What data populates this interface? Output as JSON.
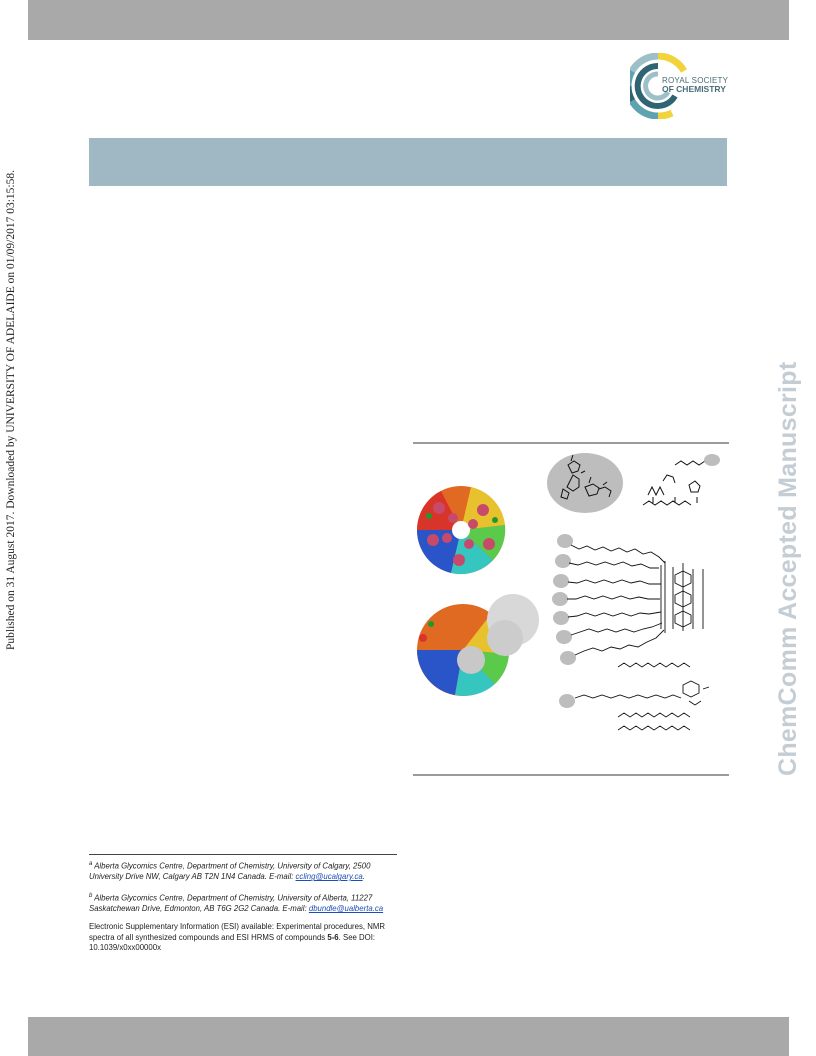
{
  "sidebar_note": "Published on 31 August 2017. Downloaded by UNIVERSITY OF ADELAIDE on 01/09/2017 03:15:58.",
  "watermark": "ChemComm Accepted Manuscript",
  "logo": {
    "line1": "ROYAL SOCIETY",
    "line2": "OF CHEMISTRY",
    "colors": [
      "#f2d43a",
      "#5fa3b0",
      "#2f6472",
      "#9dbfc7"
    ]
  },
  "band_color": "#9fb8c3",
  "footnotes": [
    {
      "marker": "a",
      "text": "Alberta Glycomics Centre, Department of Chemistry, University of Calgary, 2500 University Drive NW, Calgary AB T2N 1N4 Canada. E-mail: ",
      "email": "ccling@ucalgary.ca",
      "tail": "."
    },
    {
      "marker": "b",
      "text": "Alberta Glycomics Centre, Department of Chemistry, University of Alberta, 11227 Saskatchewan Drive, Edmonton, AB T6G 2G2 Canada. E-mail: ",
      "email": "dbundle@ualberta.ca",
      "tail": ""
    }
  ],
  "esi": {
    "before": "Electronic Supplementary Information (ESI) available: Experimental procedures, NMR spectra of all synthesized compounds and ESI HRMS of compounds ",
    "compounds": "5-6",
    "after": ". See DOI: 10.1039/x0xx00000x"
  }
}
